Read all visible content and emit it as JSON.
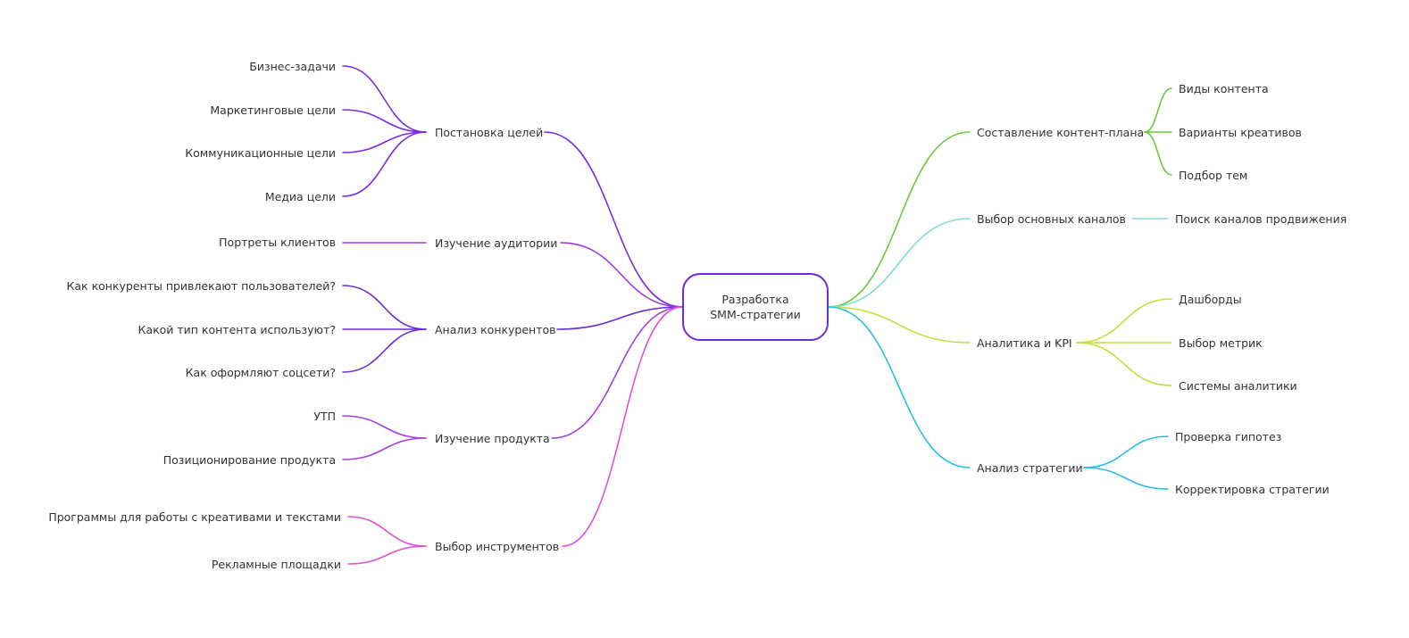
{
  "root": {
    "line1": "Разработка",
    "line2": "SMM-стратегии"
  },
  "colors": {
    "goals": "#7a2be2",
    "audience": "#9b3be6",
    "competitors": "#6c2bd9",
    "product": "#a33fe0",
    "tools": "#e24fd8",
    "content_plan": "#6cc93d",
    "channels": "#7ddfd5",
    "analytics": "#c2e03c",
    "strategy": "#23c0e8"
  },
  "left": {
    "goals": {
      "label": "Постановка целей",
      "children": [
        "Бизнес-задачи",
        "Маркетинговые цели",
        "Коммуникационные цели",
        "Медиа цели"
      ]
    },
    "audience": {
      "label": "Изучение аудитории",
      "children": [
        "Портреты клиентов"
      ]
    },
    "competitors": {
      "label": "Анализ конкурентов",
      "children": [
        "Как конкуренты привлекают пользователей?",
        "Какой тип контента используют?",
        "Как оформляют соцсети?"
      ]
    },
    "product": {
      "label": "Изучение продукта",
      "children": [
        "УТП",
        "Позиционирование продукта"
      ]
    },
    "tools": {
      "label": "Выбор инструментов",
      "children": [
        "Программы для работы с креативами и текстами",
        "Рекламные площадки"
      ]
    }
  },
  "right": {
    "content_plan": {
      "label": "Составление контент-плана",
      "children": [
        "Виды контента",
        "Варианты креативов",
        "Подбор тем"
      ]
    },
    "channels": {
      "label": "Выбор основных каналов",
      "children": [
        "Поиск каналов продвижения"
      ]
    },
    "analytics": {
      "label": "Аналитика и KPI",
      "children": [
        "Дашборды",
        "Выбор метрик",
        "Системы аналитики"
      ]
    },
    "strategy": {
      "label": "Анализ стратегии",
      "children": [
        "Проверка гипотез",
        "Корректировка стратегии"
      ]
    }
  }
}
